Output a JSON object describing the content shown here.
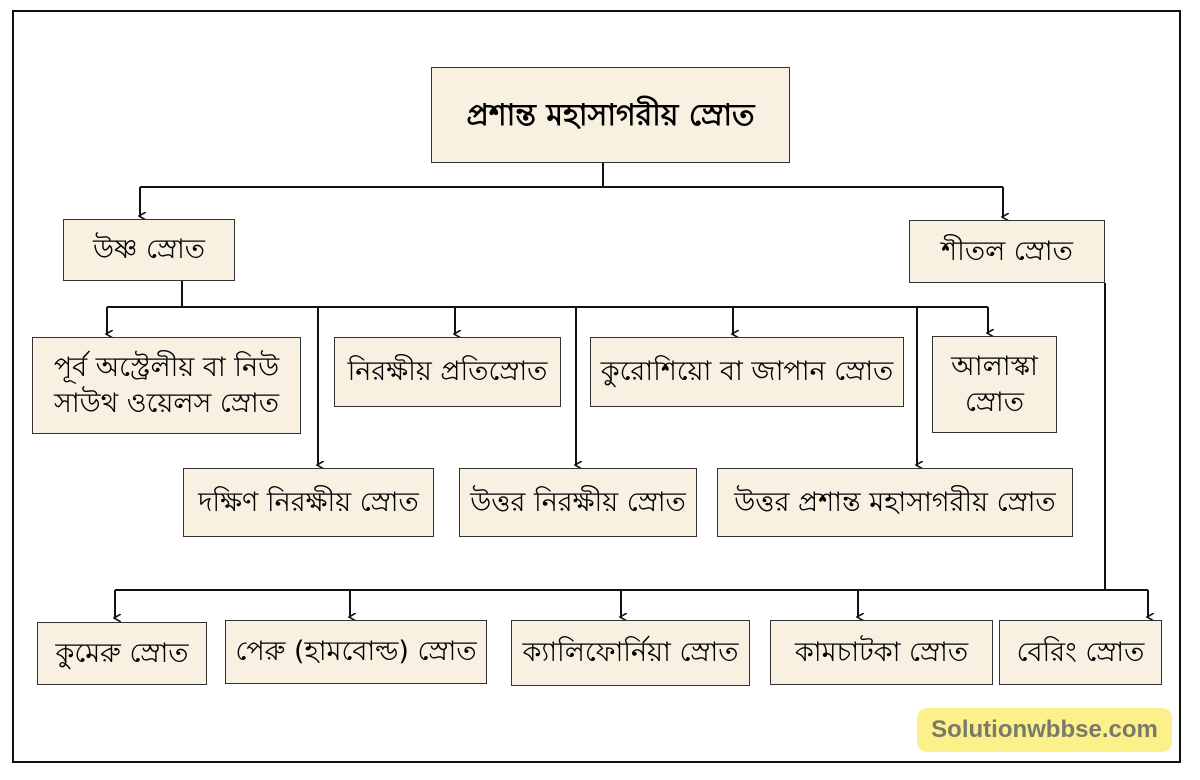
{
  "root": "প্রশান্ত মহাসাগরীয় স্রোত",
  "warm": {
    "label": "উষ্ণ স্রোত",
    "children": [
      "পূর্ব অস্ট্রেলীয় বা নিউ সাউথ ওয়েলস স্রোত",
      "নিরক্ষীয় প্রতিস্রোত",
      "কুরোশিয়ো বা জাপান স্রোত",
      "আলাস্কা স্রোত",
      "দক্ষিণ নিরক্ষীয় স্রোত",
      "উত্তর নিরক্ষীয় স্রোত",
      "উত্তর প্রশান্ত মহাসাগরীয় স্রোত"
    ]
  },
  "cold": {
    "label": "শীতল স্রোত",
    "children": [
      "কুমেরু স্রোত",
      "পেরু (হামবোল্ড) স্রোত",
      "ক্যালিফোর্নিয়া স্রোত",
      "কামচাটকা স্রোত",
      "বেরিং স্রোত"
    ]
  },
  "watermark": "Solutionwbbse.com",
  "colors": {
    "box_fill": "#f8f0e0",
    "watermark_bg": "#fbf08a"
  }
}
